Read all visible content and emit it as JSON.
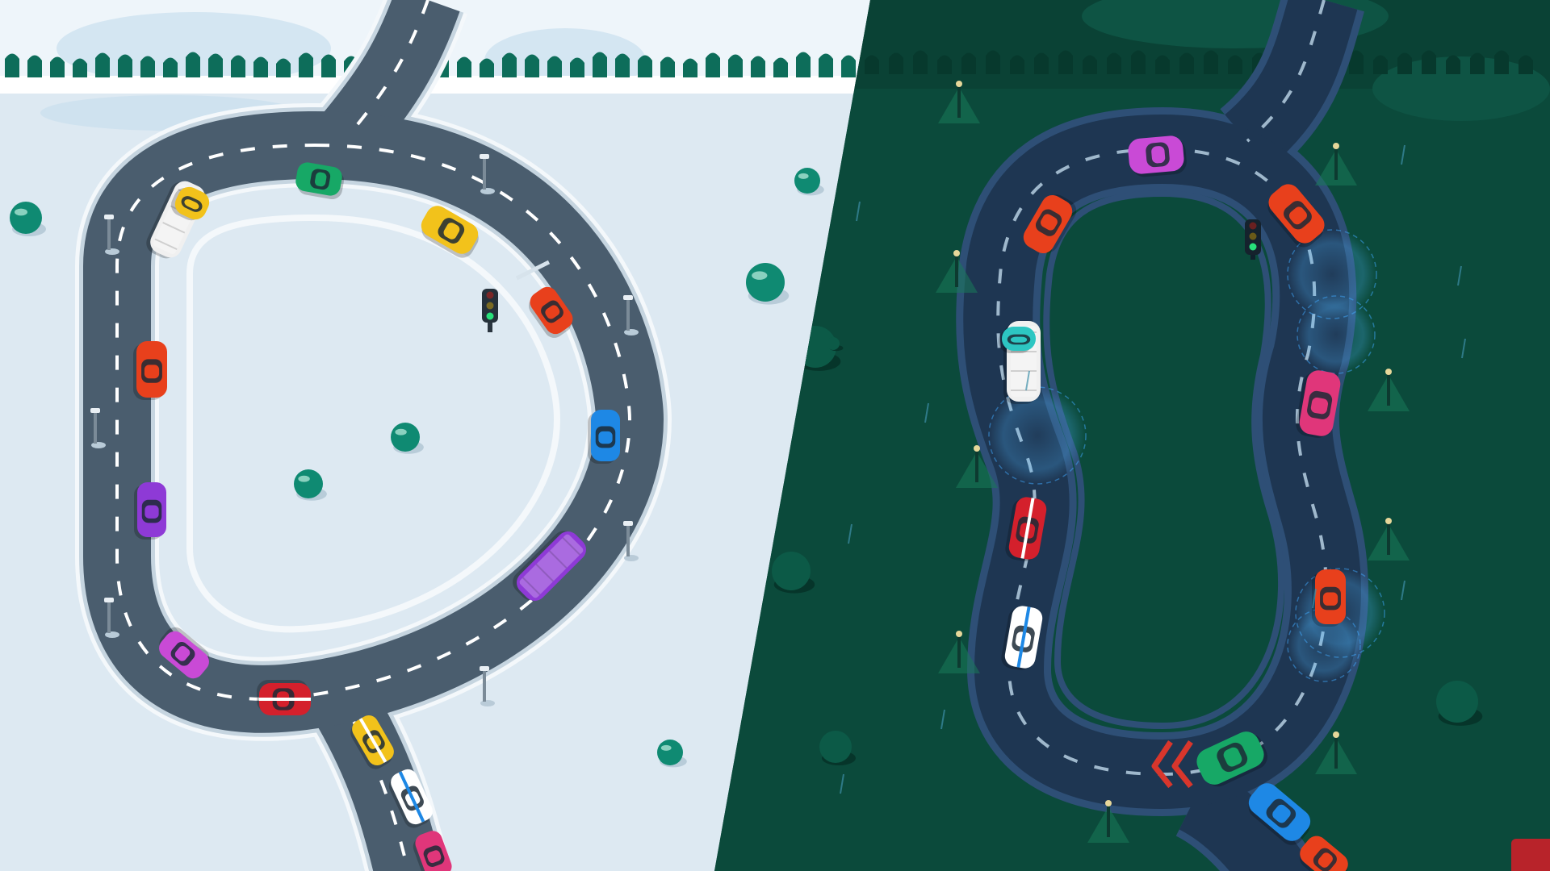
{
  "scenes": [
    {
      "name": "winter-day",
      "background": "#dde9f2",
      "snow_top": "#eef5fa",
      "horizon_band": "#ffffff",
      "tree_color": "#0d6d5a",
      "road": "#4a5d6e",
      "road_edge": "#f4f8fb"
    },
    {
      "name": "rainy-night",
      "background": "#0b4a3b",
      "tree_color": "#07392d",
      "road": "#1e3652",
      "road_edge": "#2e4f76",
      "rain_color": "#3d8fa8"
    }
  ],
  "traffic_light": {
    "states": [
      "red",
      "yellow",
      "green"
    ],
    "active": "green"
  },
  "car_colors": [
    "#f2c21b",
    "#17a866",
    "#e8401c",
    "#1e88e5",
    "#8e3ad6",
    "#e0367a",
    "#d4202c",
    "#ffffff",
    "#2dc6c2",
    "#c94ad6"
  ],
  "icons": {
    "brake_indicator": "chevron-left-icon"
  }
}
